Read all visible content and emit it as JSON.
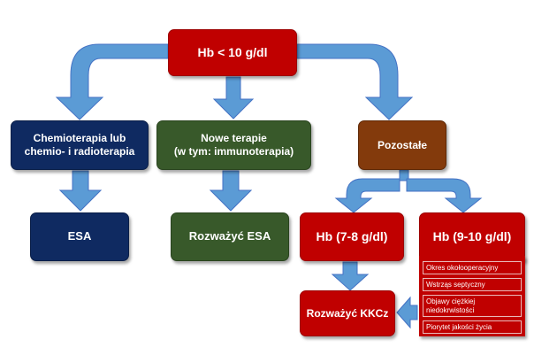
{
  "colors": {
    "red": "#c00000",
    "navy": "#0f2a61",
    "green": "#38592a",
    "brown": "#833a0c",
    "arrow": "#5b9bd5",
    "arrow_outline": "#4472c4"
  },
  "nodes": {
    "root": "Hb < 10 g/dl",
    "chemo_line1": "Chemioterapia lub",
    "chemo_line2": "chemio- i radioterapia",
    "new_line1": "Nowe terapie",
    "new_line2": "(w tym: immunoterapia)",
    "other": "Pozostałe",
    "esa": "ESA",
    "consider_esa": "Rozważyć ESA",
    "hb_low": "Hb (7-8 g/dl)",
    "hb_mid": "Hb (9-10 g/dl)",
    "consider_kkcz": "Rozważyć KKCz"
  },
  "criteria": [
    "Okres okołooperacyjny",
    "Wstrząs septyczny",
    "Objawy ciężkiej niedokrwistości",
    "Piorytet jakości życia"
  ]
}
